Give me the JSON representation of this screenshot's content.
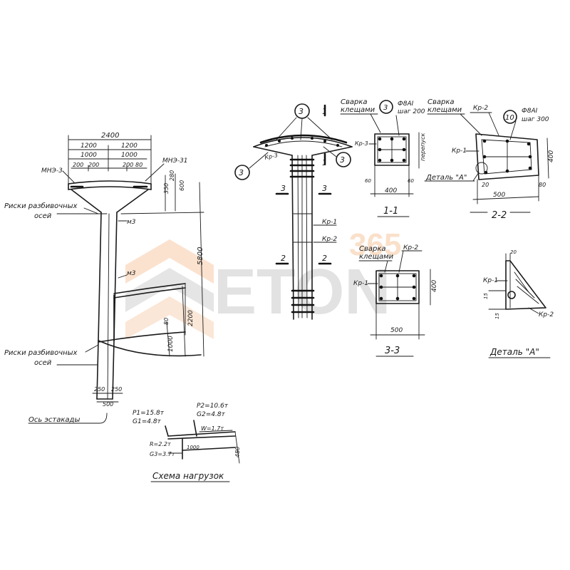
{
  "watermark": {
    "text": "ETON",
    "number": "365",
    "color_grey": "#8c8c8c",
    "color_orange": "#f0a060"
  },
  "elevation": {
    "dim_total_top": "2400",
    "dim_1200_left": "1200",
    "dim_1200_right": "1200",
    "dim_1000_left": "1000",
    "dim_1000_right": "1000",
    "dim_200_a": "200",
    "dim_200_b": "200",
    "dim_200_c": "200",
    "dim_80": "80",
    "embed_left": "МНЭ-3",
    "embed_right": "МНЭ-31",
    "dim_350": "350",
    "dim_280": "280",
    "dim_600": "600",
    "axis_marks_top_l1": "Риски разбивочных",
    "axis_marks_top_l2": "осей",
    "embed_m3_upper": "м3",
    "embed_m3_lower": "м3",
    "dim_5800": "5800",
    "dim_2200": "2200",
    "dim_1000_vert": "1000",
    "dim_80_vert": "80",
    "axis_marks_bot_l1": "Риски разбивочных",
    "axis_marks_bot_l2": "осей",
    "dim_250_left": "250",
    "dim_250_right": "250",
    "dim_500": "500",
    "trestle_axis": "Ось эстакады"
  },
  "loads": {
    "p1": "P1=15.8т",
    "g1": "G1=4.8т",
    "p2": "P2=10.6т",
    "g2": "G2=4.8т",
    "w": "W=1.7т",
    "r": "R=2.2т",
    "g3": "G3=3.7т",
    "dim_1000": "1000",
    "dim_480": "480",
    "title": "Схема нагрузок"
  },
  "reinforcement": {
    "callout_top": "3",
    "callout_left": "3",
    "callout_right": "3",
    "kr3": "Кр-3",
    "section_mark_top": "1",
    "section_mark_bottom": "1",
    "sec3_left": "3",
    "sec3_right": "3",
    "kr1": "Кр-1",
    "kr2": "Кр-2",
    "sec2_left": "2",
    "sec2_right": "2"
  },
  "section11": {
    "weld_l1": "Сварка",
    "weld_l2": "клещами",
    "callout": "3",
    "bar_l1": "Ф8АI",
    "bar_l2": "шаг 200",
    "kr3": "Кр-3",
    "side_label": "перепуск",
    "dim_60_left": "60",
    "dim_60_right": "60",
    "dim_400": "400",
    "title": "1-1"
  },
  "section22": {
    "weld_l1": "Сварка",
    "weld_l2": "клещами",
    "kr2": "Кр-2",
    "callout": "10",
    "bar_l1": "Ф8АI",
    "bar_l2": "шаг 300",
    "kr1": "Кр-1",
    "detail_ref": "Деталь \"А\"",
    "dim_400": "400",
    "dim_20": "20",
    "dim_80": "80",
    "dim_500": "500",
    "title": "2-2"
  },
  "section33": {
    "weld_l1": "Сварка",
    "weld_l2": "клещами",
    "kr2": "Кр-2",
    "kr1": "Кр-1",
    "dim_400": "400",
    "dim_500": "500",
    "title": "3-3"
  },
  "detail_a": {
    "dim_20": "20",
    "kr1": "Кр-1",
    "dim_15_a": "15",
    "dim_15_b": "15",
    "kr2": "Кр-2",
    "title": "Деталь \"А\""
  }
}
